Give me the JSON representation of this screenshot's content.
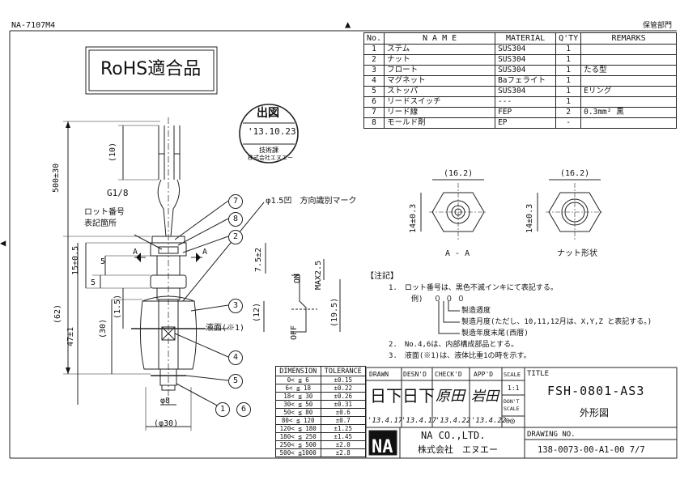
{
  "header": {
    "doc_id": "NA-7107M4",
    "department": "保管部門"
  },
  "rohs_box": "RoHS適合品",
  "stamp": {
    "title": "出図",
    "date": "'13.10.23",
    "line1": "技術課",
    "line2": "株式会社エヌエー"
  },
  "parts_table": {
    "headers": [
      "No.",
      "N A M E",
      "MATERIAL",
      "Q'TY",
      "REMARKS"
    ],
    "rows": [
      {
        "no": "1",
        "name": "ステム",
        "material": "SUS304",
        "qty": "1",
        "remarks": ""
      },
      {
        "no": "2",
        "name": "ナット",
        "material": "SUS304",
        "qty": "1",
        "remarks": ""
      },
      {
        "no": "3",
        "name": "フロート",
        "material": "SUS304",
        "qty": "1",
        "remarks": "たる型"
      },
      {
        "no": "4",
        "name": "マグネット",
        "material": "Baフェライト",
        "qty": "1",
        "remarks": ""
      },
      {
        "no": "5",
        "name": "ストッパ",
        "material": "SUS304",
        "qty": "1",
        "remarks": "Eリング"
      },
      {
        "no": "6",
        "name": "リードスイッチ",
        "material": "---",
        "qty": "1",
        "remarks": ""
      },
      {
        "no": "7",
        "name": "リード線",
        "material": "FEP",
        "qty": "2",
        "remarks": "0.3mm² 黒"
      },
      {
        "no": "8",
        "name": "モールド剤",
        "material": "EP",
        "qty": "-",
        "remarks": ""
      }
    ]
  },
  "dimensions": {
    "d500": "500±30",
    "d10": "(10)",
    "g18": "G1/8",
    "lot_label_1": "ロット番号",
    "lot_label_2": "表記箇所",
    "dent_label": "φ1.5凹　方向識別マーク",
    "d15": "15±0.5",
    "d5a": "5",
    "d5b": "5",
    "d62": "(62)",
    "d47": "47±1",
    "d30": "(30)",
    "d1_5": "(1.5)",
    "d7_5": "7.5±2",
    "d12": "(12)",
    "max25": "MAX2.5",
    "d19_5": "(19.5)",
    "on": "ON",
    "off": "OFF",
    "liquid": "液面(※1)",
    "phi8": "φ8",
    "phi30": "(φ30)",
    "secA": "A",
    "secA2": "A",
    "w162a": "(16.2)",
    "w162b": "(16.2)",
    "h14a": "14±0.3",
    "h14b": "14±0.3",
    "view_aa": "A - A",
    "view_nut": "ナット形状"
  },
  "balloons": [
    "7",
    "8",
    "2",
    "3",
    "4",
    "5",
    "1",
    "6"
  ],
  "notes": {
    "title": "【注記】",
    "n1": "1.　ロット番号は、黒色不滅インキにて表記する。",
    "ex": "例)",
    "ex_code": "０ ０ ０",
    "e1": "製造週度",
    "e2": "製造月度(ただし、10,11,12月は、X,Y,Z と表記する。)",
    "e3": "製造年度末尾(西暦)",
    "n2": "2.　No.4,6は、内部構成部品とする。",
    "n3": "3.　液面(※1)は、液体比重1の時を示す。"
  },
  "tolerance_table": {
    "headers": [
      "DIMENSION",
      "TOLERANCE"
    ],
    "rows": [
      [
        "0< ≦ 6",
        "±0.15"
      ],
      [
        "6< ≦ 18",
        "±0.22"
      ],
      [
        "18< ≦ 30",
        "±0.26"
      ],
      [
        "30< ≦ 50",
        "±0.31"
      ],
      [
        "50< ≦ 80",
        "±0.6"
      ],
      [
        "80< ≦ 120",
        "±0.7"
      ],
      [
        "120< ≦ 180",
        "±1.25"
      ],
      [
        "180< ≦ 250",
        "±1.45"
      ],
      [
        "250< ≦ 500",
        "±2.0"
      ],
      [
        "500< ≦1000",
        "±2.8"
      ]
    ]
  },
  "title_block": {
    "drawn": "DRAWN",
    "desnd": "DESN'D",
    "checkd": "CHECK'D",
    "appd": "APP'D",
    "scale": "SCALE",
    "scale_val": "1:1",
    "dont_scale": "DON'T SCALE",
    "drawn_name": "日下",
    "desnd_name": "日下",
    "checkd_name": "原田",
    "appd_name": "岩田",
    "drawn_date": "'13.4.17",
    "desnd_date": "'13.4.17",
    "checkd_date": "'13.4.22",
    "appd_date": "'13.4.22",
    "title_label": "TITLE",
    "part_no": "FSH-0801-AS3",
    "part_title": "外形図",
    "company_en": "NA CO.,LTD.",
    "company_jp": "株式会社　エヌエー",
    "logo": "NA",
    "drawing_no_label": "DRAWING NO.",
    "drawing_no": "138-0073-00-A1-00 7/7"
  },
  "markers": {
    "top": "▲",
    "left": "◀"
  }
}
